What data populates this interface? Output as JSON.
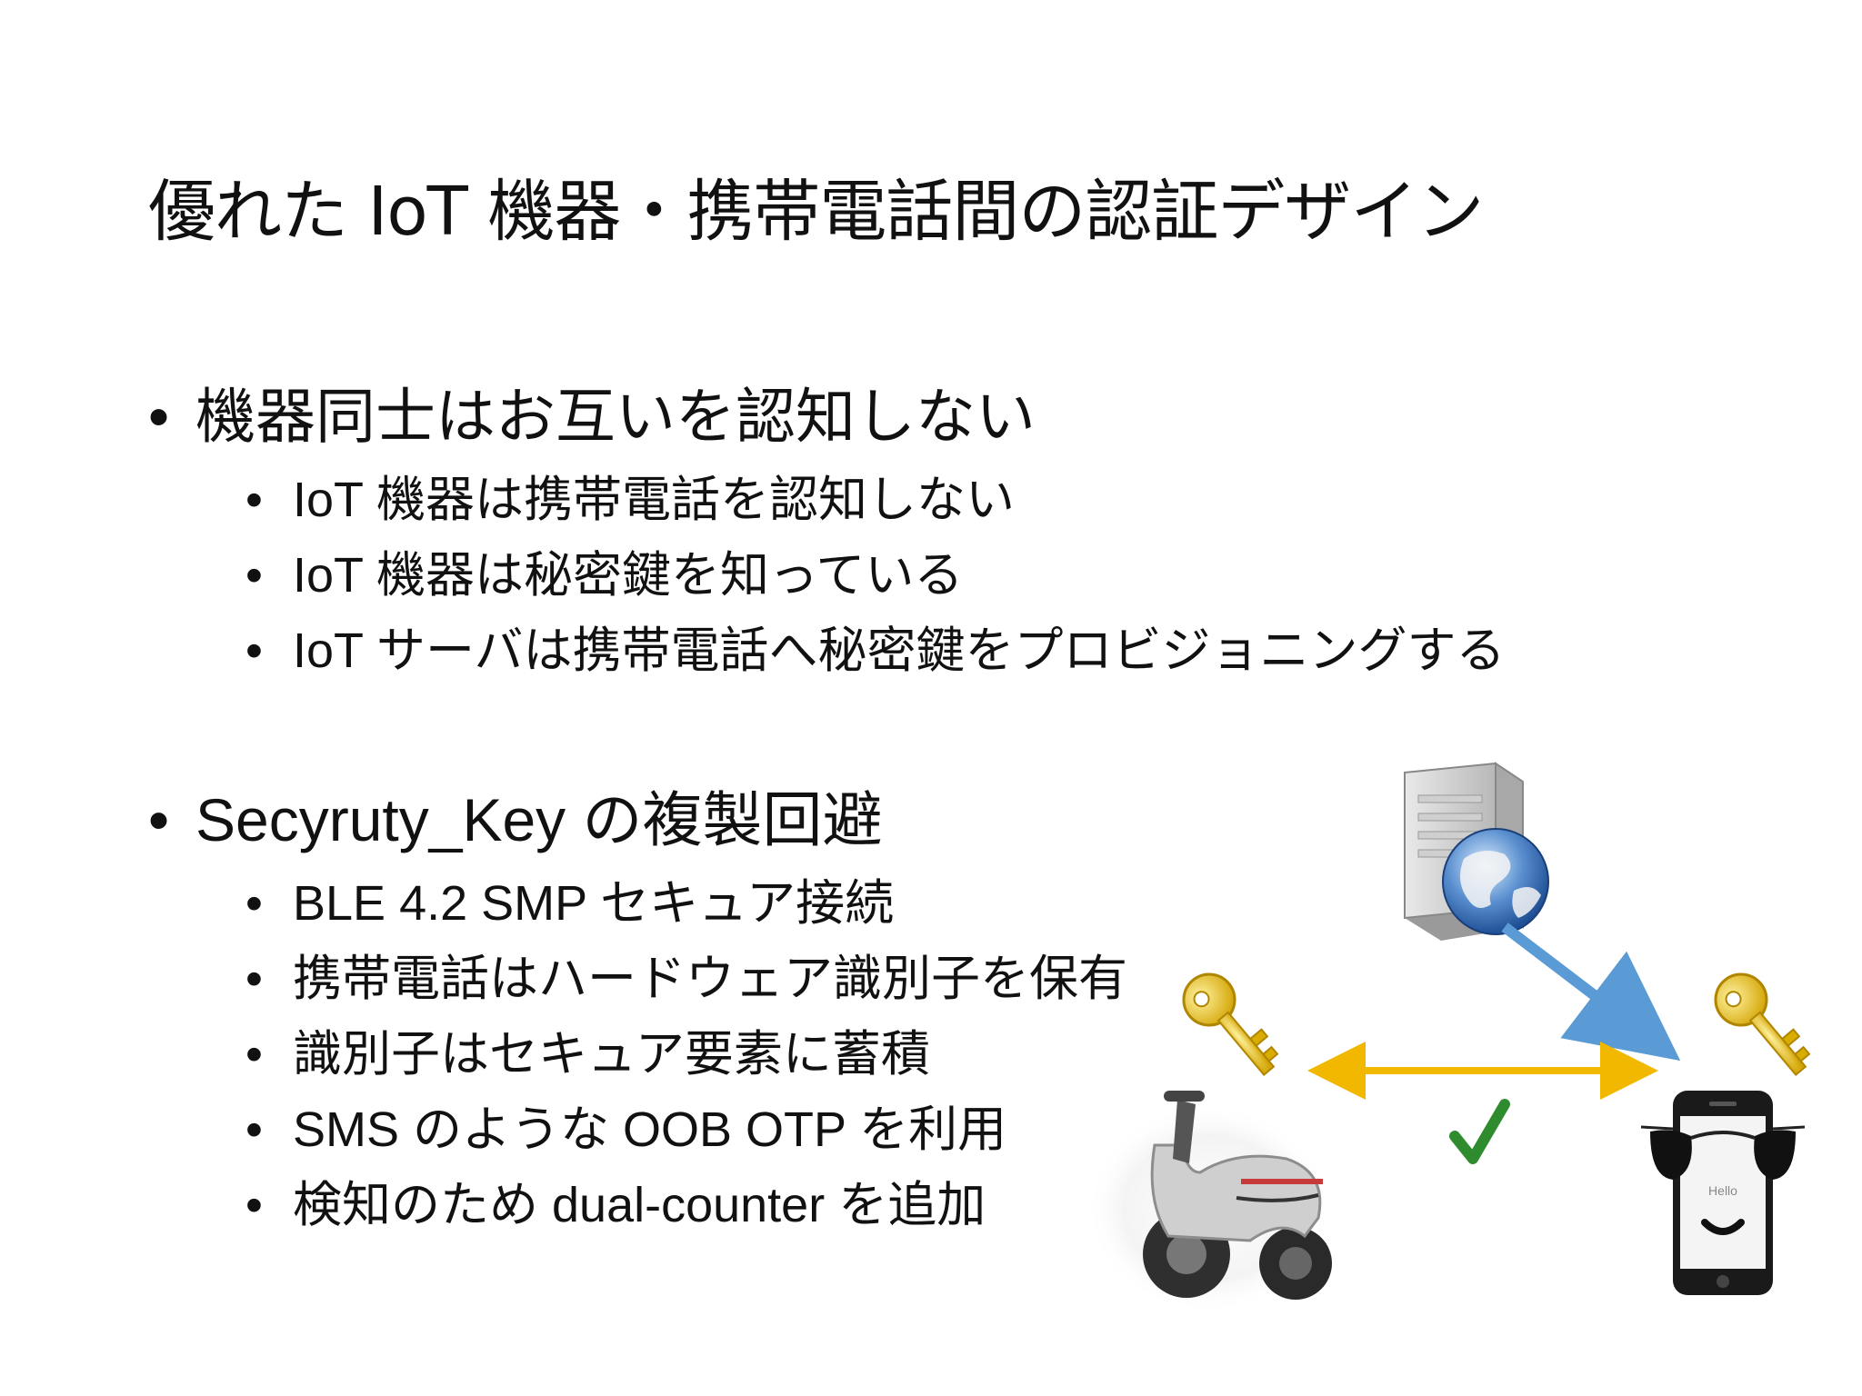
{
  "title": "優れた IoT 機器・携帯電話間の認証デザイン",
  "bullet_glyph": "•",
  "sections": [
    {
      "heading": "機器同士はお互いを認知しない",
      "items": [
        "IoT 機器は携帯電話を認知しない",
        "IoT 機器は秘密鍵を知っている",
        "IoT サーバは携帯電話へ秘密鍵をプロビジョニングする"
      ]
    },
    {
      "heading": "Secyruty_Key の複製回避",
      "items": [
        "BLE 4.2 SMP セキュア接続",
        "携帯電話はハードウェア識別子を保有",
        "識別子はセキュア要素に蓄積",
        "SMS のような OOB OTP を利用",
        "検知のため dual-counter を追加"
      ]
    }
  ],
  "illustration": {
    "phone_screen_text": "Hello",
    "icons": [
      "server-icon",
      "globe-icon",
      "key-icon",
      "scooter-icon",
      "smartphone-icon",
      "sunglasses-icon",
      "check-icon",
      "double-arrow-icon",
      "arrow-icon"
    ],
    "colors": {
      "server_arrow": "#5b9bd5",
      "link_arrow": "#f2b800",
      "check": "#2e8b2e",
      "key": "#e8c21a"
    }
  }
}
